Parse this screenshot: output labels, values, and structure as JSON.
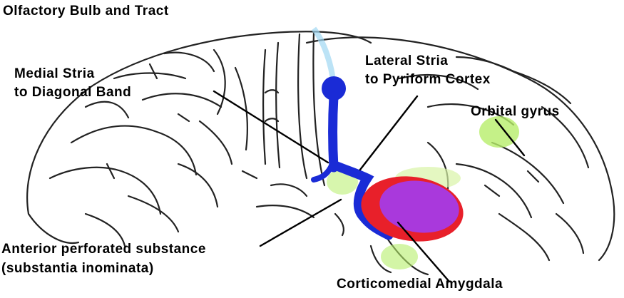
{
  "labels": {
    "olfactory": "Olfactory Bulb and Tract",
    "medial_line1": "Medial Stria",
    "medial_line2": "to Diagonal Band",
    "lateral_line1": "Lateral Stria",
    "lateral_line2": "to Pyriform Cortex",
    "orbital": "Orbital gyrus",
    "anterior_line1": "Anterior perforated substance",
    "anterior_line2": "(substantia inominata)",
    "corticomedial": "Corticomedial Amygdala"
  },
  "colors": {
    "outline": "#222222",
    "tract": "#1a2bd6",
    "amygdala": "#a23cf0",
    "amygdala_red": "#e8202a",
    "orbital_highlight": "#b6ee6a",
    "tract_halo": "#9fd7f2"
  }
}
